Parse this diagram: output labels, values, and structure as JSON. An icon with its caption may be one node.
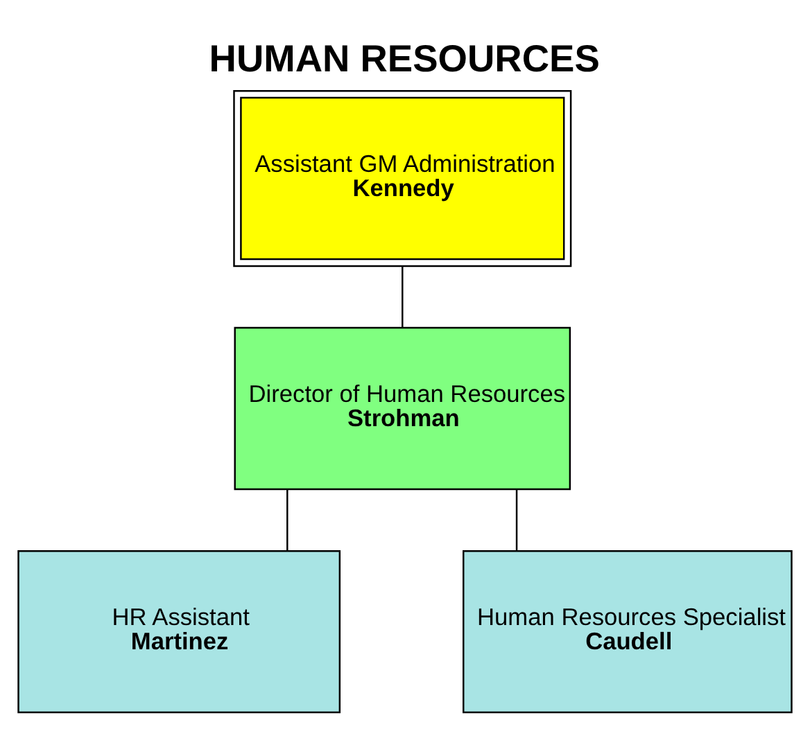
{
  "diagram": {
    "title": "HUMAN RESOURCES",
    "nodes": [
      {
        "text": [
          "Assistant GM Administration",
          "Kennedy"
        ]
      },
      {
        "text": [
          "Director of Human Resources",
          "Strohman"
        ]
      },
      {
        "text": [
          "HR Assistant",
          "Martinez"
        ]
      },
      {
        "text": [
          "Human Resources Specialist",
          "Caudell"
        ]
      }
    ],
    "edges": [
      {
        "from": 0,
        "to": 1,
        "arrow": "none"
      },
      {
        "from": 1,
        "to": 2,
        "arrow": "none"
      },
      {
        "from": 1,
        "to": 3,
        "arrow": "none"
      }
    ]
  }
}
